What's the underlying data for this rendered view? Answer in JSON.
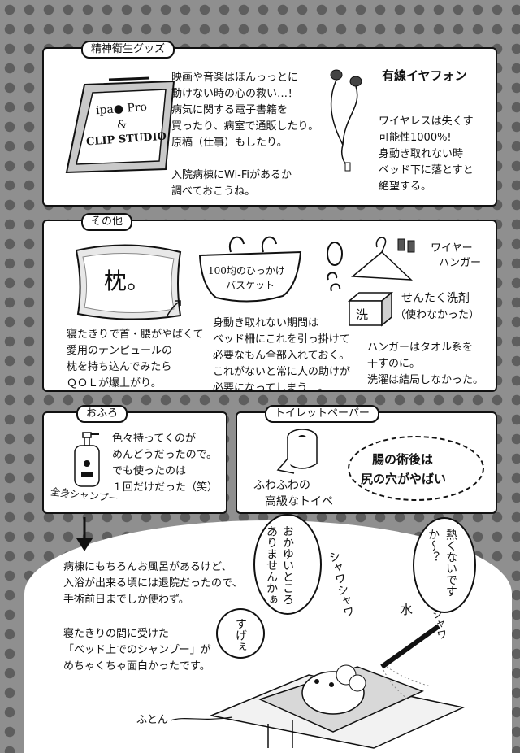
{
  "panel1": {
    "tab": "精神衛生グッズ",
    "ipad_label_1": "ipa● Pro",
    "ipad_label_2": "&",
    "ipad_label_3": "CLIP STUDIO",
    "text_lines": [
      "映画や音楽はほんっっとに",
      "動けない時の心の救い…！",
      "病気に関する電子書籍を",
      "買ったり、病室で通販したり。",
      "原稿（仕事）もしたり。"
    ],
    "wifi_lines": [
      "入院病棟にWi-Fiがあるか",
      "調べておこうね。"
    ],
    "earphone_title": "有線イヤフォン",
    "earphone_lines": [
      "ワイヤレスは失くす",
      "可能性1000%!",
      "身動き取れない時",
      "ベッド下に落とすと",
      "絶望する。"
    ]
  },
  "panel2": {
    "tab": "その他",
    "pillow_label": "枕。",
    "pillow_lines": [
      "寝たきりで首・腰がやばくて",
      "愛用のテンピュールの",
      "枕を持ち込んでみたら",
      "ＱＯＬが爆上がり。"
    ],
    "basket_label_1": "100均のひっかけ",
    "basket_label_2": "バスケット",
    "basket_lines": [
      "身動き取れない期間は",
      "ベッド柵にこれを引っ掛けて",
      "必要なもん全部入れておく。",
      "これがないと常に人の助けが",
      "必要になってしまう…。"
    ],
    "hanger_label_1": "ワイヤー",
    "hanger_label_2": "ハンガー",
    "detergent_box": "洗",
    "detergent_label_1": "せんたく洗剤",
    "detergent_label_2": "（使わなかった）",
    "hanger_lines": [
      "ハンガーはタオル系を",
      "干すのに。",
      "洗濯は結局しなかった。"
    ]
  },
  "panel3": {
    "tab": "おふろ",
    "shampoo_label": "全身シャンプー",
    "lines": [
      "色々持ってくのが",
      "めんどうだったので。",
      "でも使ったのは",
      "１回だけだった（笑）"
    ]
  },
  "panel4": {
    "tab": "トイレットペーパー",
    "paper_label_1": "ふわふわの",
    "paper_label_2": "高級なトイペ",
    "bubble_1": "腸の術後は",
    "bubble_2": "尻の穴がやばい"
  },
  "bottom": {
    "lines_1": [
      "病棟にもちろんお風呂があるけど、",
      "入浴が出来る頃には退院だったので、",
      "手術前日までしか使わず。"
    ],
    "lines_2": [
      "寝たきりの間に受けた",
      "「ベッド上でのシャンプー」が",
      "めちゃくちゃ面白かったです。"
    ],
    "speech_1": "おかゆいところありませんかぁ",
    "speech_2": "熱くないですか〜？",
    "speech_3": "すげぇ",
    "sfx_1": "シャワシャワ",
    "sfx_2": "水",
    "sfx_3": "シャワ",
    "futon_label": "ふとん"
  },
  "colors": {
    "background": "#8f8f8f",
    "dots": "#5e5e5e",
    "panel": "#ffffff",
    "ink": "#111111"
  }
}
